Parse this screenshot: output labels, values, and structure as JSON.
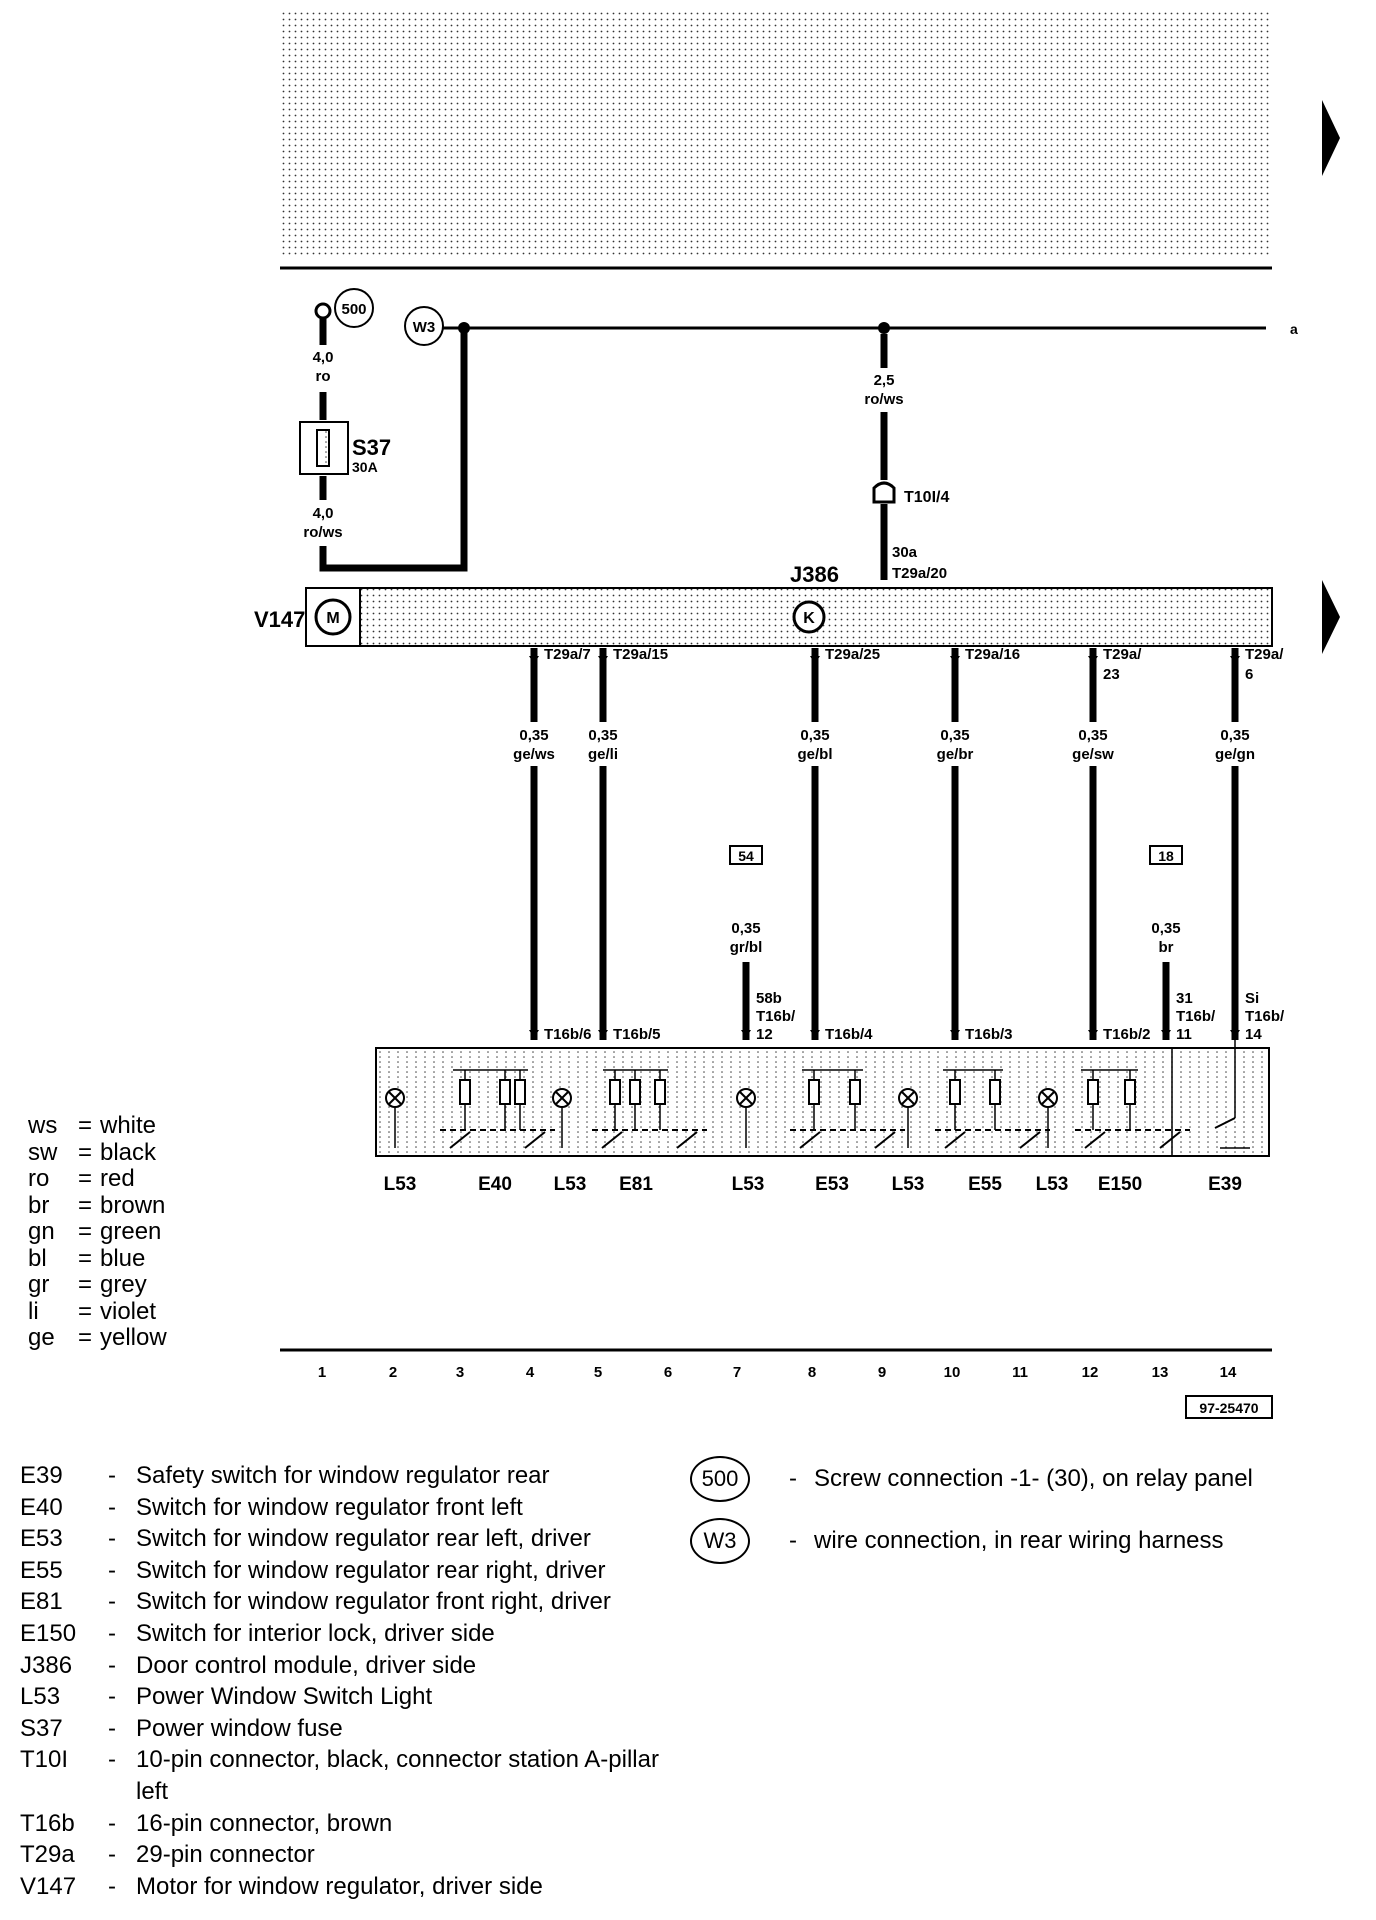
{
  "ref_number": "97-25470",
  "page_marker_right": "a",
  "top_connectors": {
    "screw_500": "500",
    "wire_w3": "W3"
  },
  "fuse": {
    "id": "S37",
    "rating": "30A",
    "wire_in_size": "4,0",
    "wire_in_color": "ro",
    "wire_out_size": "4,0",
    "wire_out_color": "ro/ws"
  },
  "main_feed": {
    "size": "2,5",
    "color": "ro/ws",
    "connector": "T10I/4",
    "terminal": "30a",
    "pin": "T29a/20"
  },
  "module": {
    "id": "J386",
    "symbol": "K"
  },
  "motor": {
    "id": "V147",
    "symbol": "M"
  },
  "wires": [
    {
      "pin": "T29a/7",
      "size": "0,35",
      "color": "ge/ws",
      "conn": "T16b/6"
    },
    {
      "pin": "T29a/15",
      "size": "0,35",
      "color": "ge/li",
      "conn": "T16b/5"
    },
    {
      "pin": "T29a/25",
      "size": "0,35",
      "color": "ge/bl",
      "conn": "T16b/4"
    },
    {
      "pin": "T29a/16",
      "size": "0,35",
      "color": "ge/br",
      "conn": "T16b/3"
    },
    {
      "pin_a": "T29a/",
      "pin_b": "23",
      "size": "0,35",
      "color": "ge/sw",
      "conn": "T16b/2"
    },
    {
      "pin_a": "T29a/",
      "pin_b": "6",
      "size": "0,35",
      "color": "ge/gn",
      "conn_a": "Si",
      "conn_b": "T16b/",
      "conn_c": "14"
    }
  ],
  "aux_wires": [
    {
      "terminal": "54",
      "size": "0,35",
      "color": "gr/bl",
      "tag_a": "58b",
      "tag_b": "T16b/",
      "tag_c": "12"
    },
    {
      "terminal": "18",
      "size": "0,35",
      "color": "br",
      "tag_a": "31",
      "tag_b": "T16b/",
      "tag_c": "11"
    }
  ],
  "switch_labels": [
    "L53",
    "E40",
    "L53",
    "E81",
    "L53",
    "E53",
    "L53",
    "E55",
    "L53",
    "E150",
    "E39"
  ],
  "ruler": [
    "1",
    "2",
    "3",
    "4",
    "5",
    "6",
    "7",
    "8",
    "9",
    "10",
    "11",
    "12",
    "13",
    "14"
  ],
  "colors": [
    {
      "code": "ws",
      "name": "white"
    },
    {
      "code": "sw",
      "name": "black"
    },
    {
      "code": "ro",
      "name": "red"
    },
    {
      "code": "br",
      "name": "brown"
    },
    {
      "code": "gn",
      "name": "green"
    },
    {
      "code": "bl",
      "name": "blue"
    },
    {
      "code": "gr",
      "name": "grey"
    },
    {
      "code": "li",
      "name": "violet"
    },
    {
      "code": "ge",
      "name": "yellow"
    }
  ],
  "components": [
    {
      "code": "E39",
      "desc": "Safety switch for window regulator rear"
    },
    {
      "code": "E40",
      "desc": "Switch for window regulator front left"
    },
    {
      "code": "E53",
      "desc": "Switch for window regulator rear left, driver"
    },
    {
      "code": "E55",
      "desc": "Switch for window regulator rear right, driver"
    },
    {
      "code": "E81",
      "desc": "Switch for window regulator front right, driver"
    },
    {
      "code": "E150",
      "desc": "Switch for interior lock, driver side"
    },
    {
      "code": "J386",
      "desc": "Door control module, driver side"
    },
    {
      "code": "L53",
      "desc": "Power Window Switch Light"
    },
    {
      "code": "S37",
      "desc": "Power window fuse"
    },
    {
      "code": "T10I",
      "desc": "10-pin connector, black, connector station A-pillar left"
    },
    {
      "code": "T16b",
      "desc": "16-pin connector, brown"
    },
    {
      "code": "T29a",
      "desc": "29-pin connector"
    },
    {
      "code": "V147",
      "desc": "Motor for window regulator, driver side"
    }
  ],
  "connections": [
    {
      "symbol": "500",
      "desc": "Screw connection -1- (30), on relay panel"
    },
    {
      "symbol": "W3",
      "desc": "wire connection, in rear wiring harness"
    }
  ]
}
